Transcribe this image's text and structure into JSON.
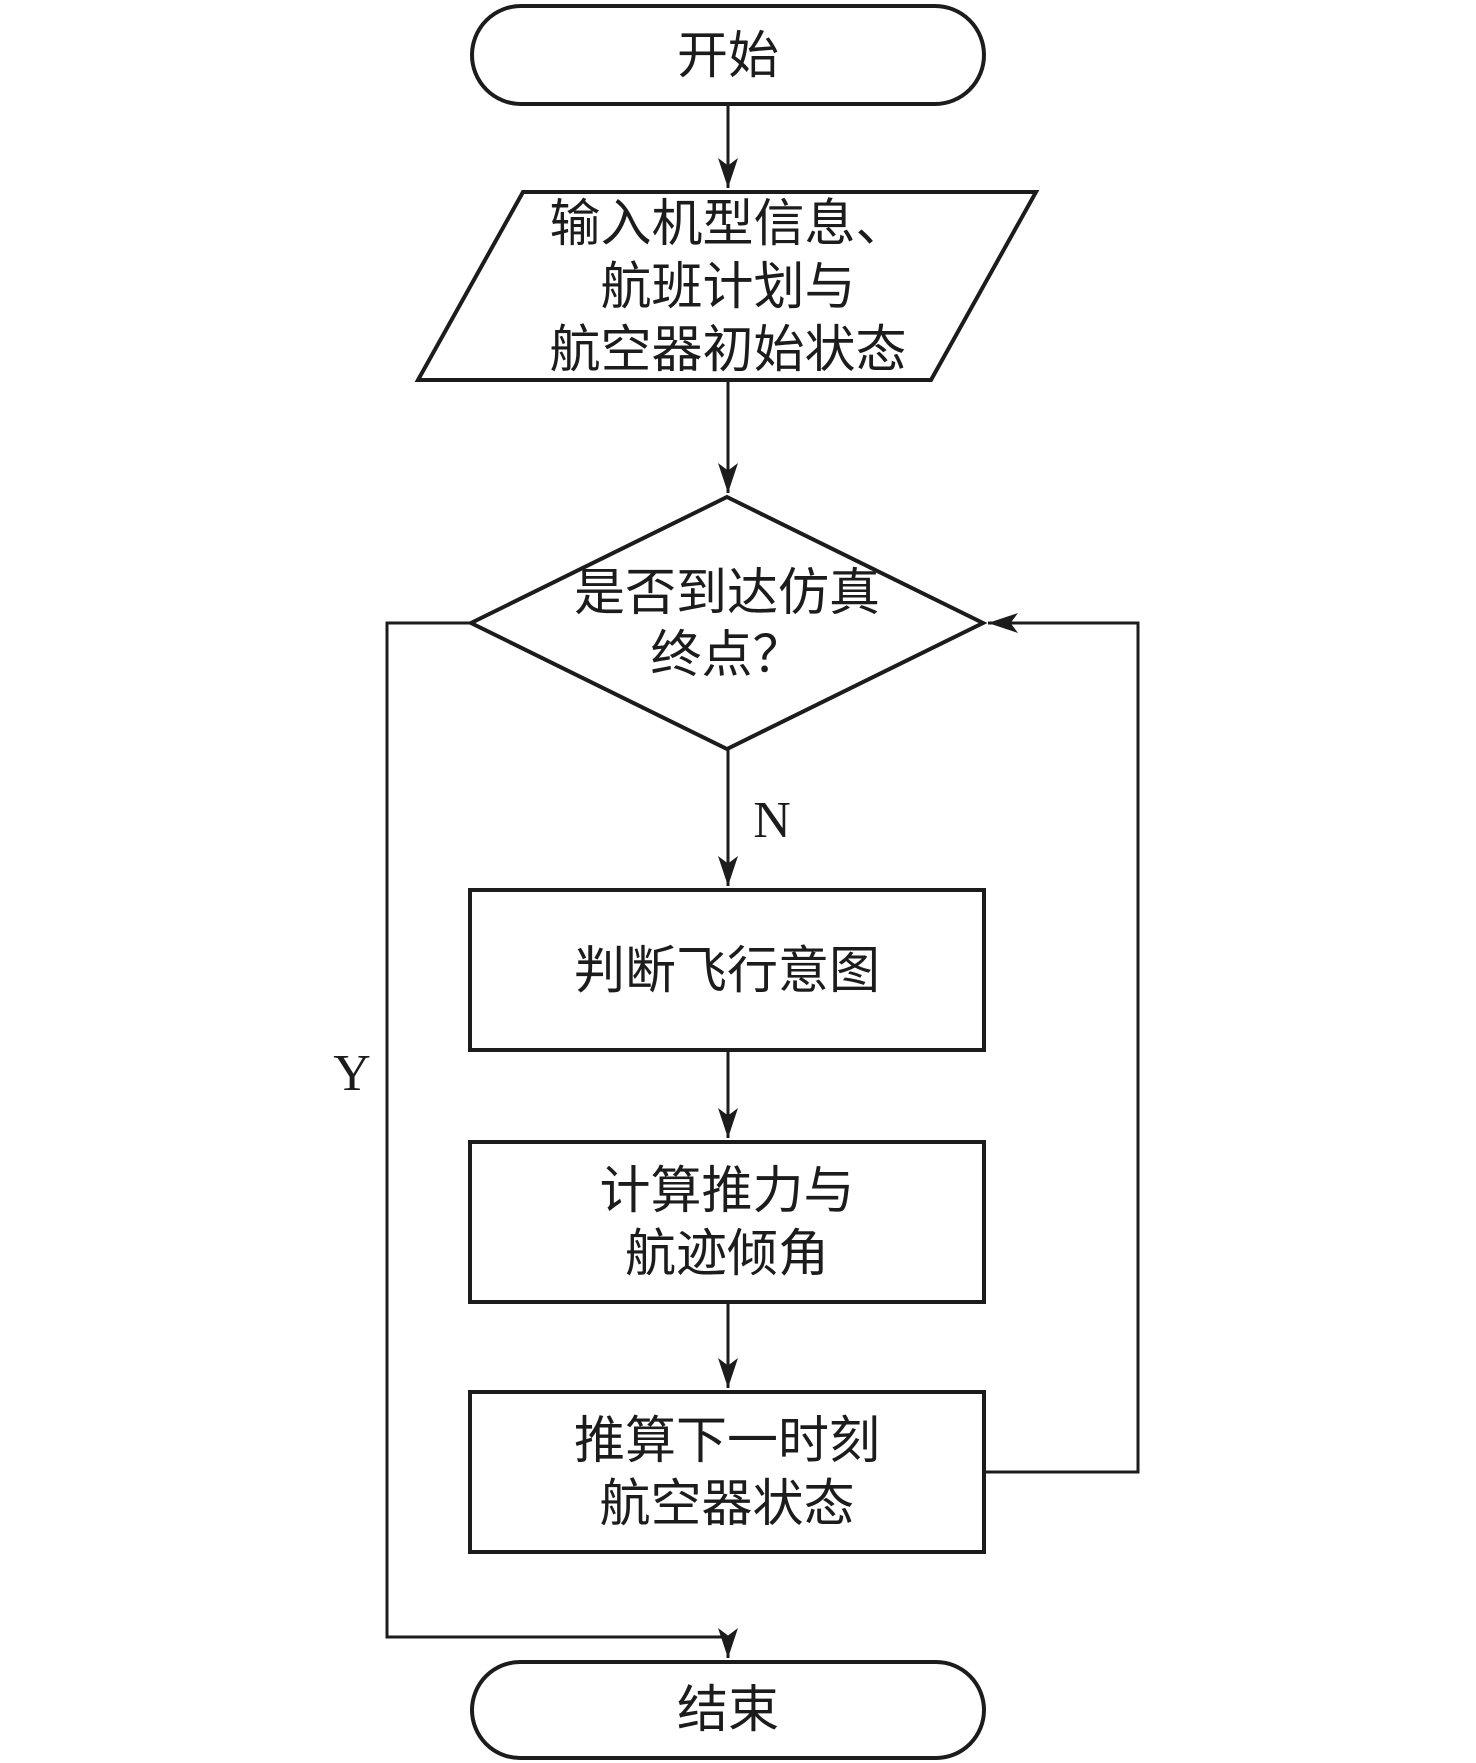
{
  "colors": {
    "ink": "#1c1c1c",
    "background": "#ffffff"
  },
  "flowchart": {
    "nodes": {
      "start": {
        "label": "开始"
      },
      "input": {
        "lines": [
          "输入机型信息、",
          "航班计划与",
          "航空器初始状态"
        ]
      },
      "decision": {
        "lines": [
          "是否到达仿真",
          "终点？"
        ]
      },
      "judge_intent": {
        "label": "判断飞行意图"
      },
      "calc_thrust": {
        "lines": [
          "计算推力与",
          "航迹倾角"
        ]
      },
      "next_state": {
        "lines": [
          "推算下一时刻",
          "航空器状态"
        ]
      },
      "end": {
        "label": "结束"
      }
    },
    "edge_labels": {
      "no": "N",
      "yes": "Y"
    }
  }
}
